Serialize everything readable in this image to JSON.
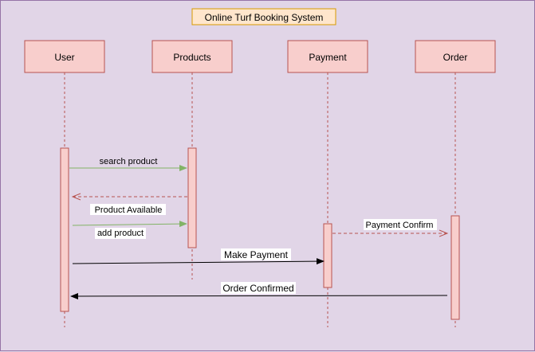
{
  "title": "Online Turf Booking System",
  "participants": [
    {
      "id": "user",
      "label": "User"
    },
    {
      "id": "products",
      "label": "Products"
    },
    {
      "id": "payment",
      "label": "Payment"
    },
    {
      "id": "order",
      "label": "Order"
    }
  ],
  "messages": [
    {
      "id": "search-product",
      "label": "search product",
      "from": "user",
      "to": "products",
      "style": "solid",
      "color": "#82b366"
    },
    {
      "id": "product-available",
      "label": "Product Available",
      "from": "products",
      "to": "user",
      "style": "dashed",
      "color": "#b85450"
    },
    {
      "id": "add-product",
      "label": "add product",
      "from": "user",
      "to": "products",
      "style": "solid",
      "color": "#82b366"
    },
    {
      "id": "payment-confirm",
      "label": "Payment Confirm",
      "from": "payment",
      "to": "order",
      "style": "dashed",
      "color": "#b85450"
    },
    {
      "id": "make-payment",
      "label": "Make Payment",
      "from": "user",
      "to": "payment",
      "style": "solid",
      "color": "#000000"
    },
    {
      "id": "order-confirmed",
      "label": "Order Confirmed",
      "from": "order",
      "to": "user",
      "style": "solid",
      "color": "#000000"
    }
  ],
  "colors": {
    "background": "#e1d5e7",
    "participant_fill": "#f8cecc",
    "participant_stroke": "#b85450",
    "title_fill": "#ffe6cc",
    "title_stroke": "#d79b00"
  }
}
